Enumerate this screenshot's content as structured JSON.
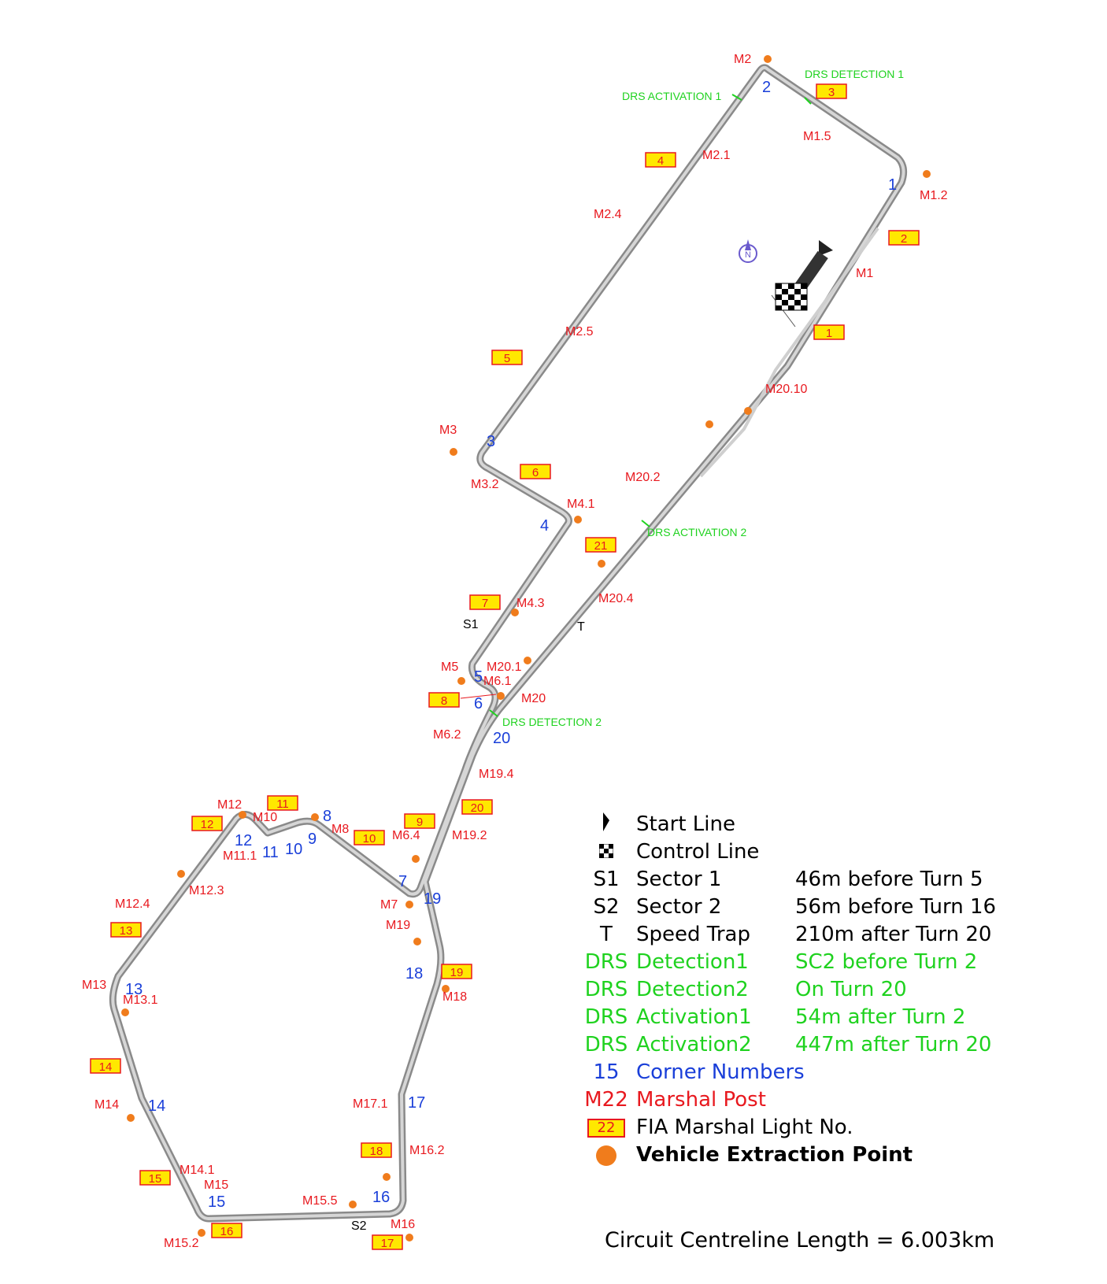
{
  "colors": {
    "track": "#8a8a8a",
    "track_inner": "#d6d6d6",
    "marshal": "#e8191f",
    "corner": "#1a3fd9",
    "drs": "#1fd21f",
    "light_fill": "#ffe800",
    "light_border": "#e8191f",
    "extraction": "#f07c1c",
    "black": "#000000"
  },
  "corners": [
    "1",
    "2",
    "3",
    "4",
    "5",
    "6",
    "7",
    "8",
    "9",
    "10",
    "11",
    "12",
    "13",
    "14",
    "15",
    "16",
    "17",
    "18",
    "19",
    "20"
  ],
  "marshal_posts": [
    "M1",
    "M1.2",
    "M1.5",
    "M2",
    "M2.1",
    "M2.4",
    "M2.5",
    "M3",
    "M3.2",
    "M4.1",
    "M4.3",
    "M5",
    "M6.1",
    "M6.2",
    "M6.4",
    "M7",
    "M8",
    "M10",
    "M11.1",
    "M12",
    "M12.3",
    "M12.4",
    "M13",
    "M13.1",
    "M14",
    "M14.1",
    "M15",
    "M15.2",
    "M15.5",
    "M16",
    "M16.2",
    "M17.1",
    "M18",
    "M19",
    "M19.2",
    "M19.4",
    "M20",
    "M20.1",
    "M20.2",
    "M20.4",
    "M20.10"
  ],
  "light_numbers": [
    "1",
    "2",
    "3",
    "4",
    "5",
    "6",
    "7",
    "8",
    "9",
    "10",
    "11",
    "12",
    "13",
    "14",
    "15",
    "16",
    "17",
    "18",
    "19",
    "20",
    "21"
  ],
  "drs_labels": {
    "detection_1": "DRS DETECTION 1",
    "activation_1": "DRS ACTIVATION 1",
    "activation_2": "DRS ACTIVATION 2",
    "detection_2": "DRS DETECTION 2"
  },
  "track_labels": {
    "s1": "S1",
    "s2": "S2",
    "t": "T"
  },
  "legend": [
    {
      "symbol": "",
      "symbol_icon": "start-line-icon",
      "name": "Start Line",
      "desc": "",
      "color": "#000000"
    },
    {
      "symbol": "",
      "symbol_icon": "checkered-flag-icon",
      "name": "Control Line",
      "desc": "",
      "color": "#000000"
    },
    {
      "symbol": "S1",
      "name": "Sector 1",
      "desc": "46m before Turn 5",
      "color": "#000000"
    },
    {
      "symbol": "S2",
      "name": "Sector 2",
      "desc": "56m before Turn 16",
      "color": "#000000"
    },
    {
      "symbol": "T",
      "name": "Speed Trap",
      "desc": "210m after Turn 20",
      "color": "#000000"
    },
    {
      "symbol": "DRS",
      "name": "Detection1",
      "desc": "SC2 before Turn 2",
      "color": "#1fd21f"
    },
    {
      "symbol": "DRS",
      "name": "Detection2",
      "desc": "On Turn 20",
      "color": "#1fd21f"
    },
    {
      "symbol": "DRS",
      "name": "Activation1",
      "desc": "54m after Turn 2",
      "color": "#1fd21f"
    },
    {
      "symbol": "DRS",
      "name": "Activation2",
      "desc": "447m after Turn 20",
      "color": "#1fd21f"
    },
    {
      "symbol": "15",
      "name": "Corner Numbers",
      "desc": "",
      "color": "#1a3fd9"
    },
    {
      "symbol": "M22",
      "name": "Marshal Post",
      "desc": "",
      "color": "#e8191f"
    },
    {
      "symbol": "22",
      "symbol_icon": "marshal-light-box-icon",
      "name": "FIA Marshal Light No.",
      "desc": "",
      "color": "#000000"
    },
    {
      "symbol": "",
      "symbol_icon": "extraction-point-icon",
      "name": "Vehicle Extraction Point",
      "desc": "",
      "color": "#000000"
    }
  ],
  "footer": {
    "length_text": "Circuit Centreline Length = 6.003km"
  }
}
